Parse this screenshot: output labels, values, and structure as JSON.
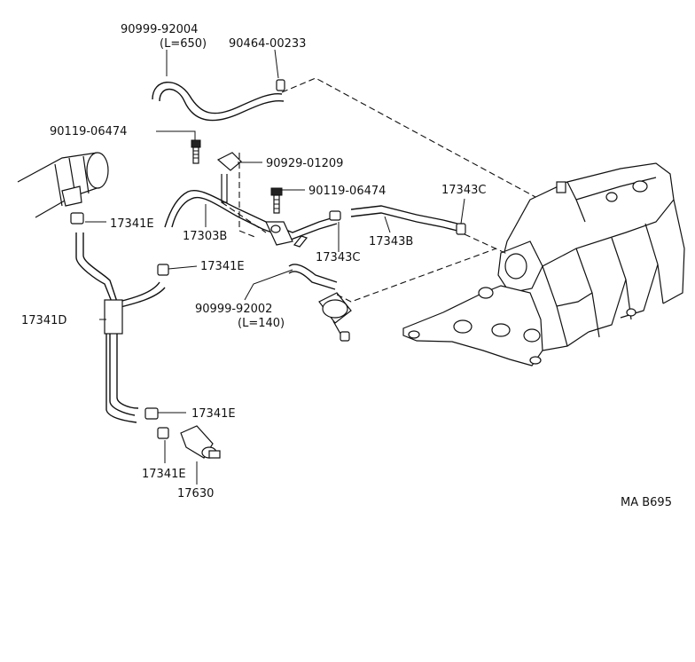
{
  "diagram": {
    "labels": {
      "hose_650_pn": "90999-92004",
      "hose_650_len": "(L=650)",
      "clip_top_pn": "90464-00233",
      "bolt_left_pn": "90119-06474",
      "clamp_pn": "90929-01209",
      "bolt_right_pn": "90119-06474",
      "clip_e1": "17341E",
      "pipe_b": "17303B",
      "clip_e2": "17341E",
      "clip_c_top": "17343C",
      "hose_b": "17343B",
      "clip_c_bottom": "17343C",
      "hose_140_pn": "90999-92002",
      "hose_140_len": "(L=140)",
      "pipe_d": "17341D",
      "clip_e3": "17341E",
      "clip_e4": "17341E",
      "vsv": "17630",
      "drawing_code": "MA B695"
    }
  }
}
